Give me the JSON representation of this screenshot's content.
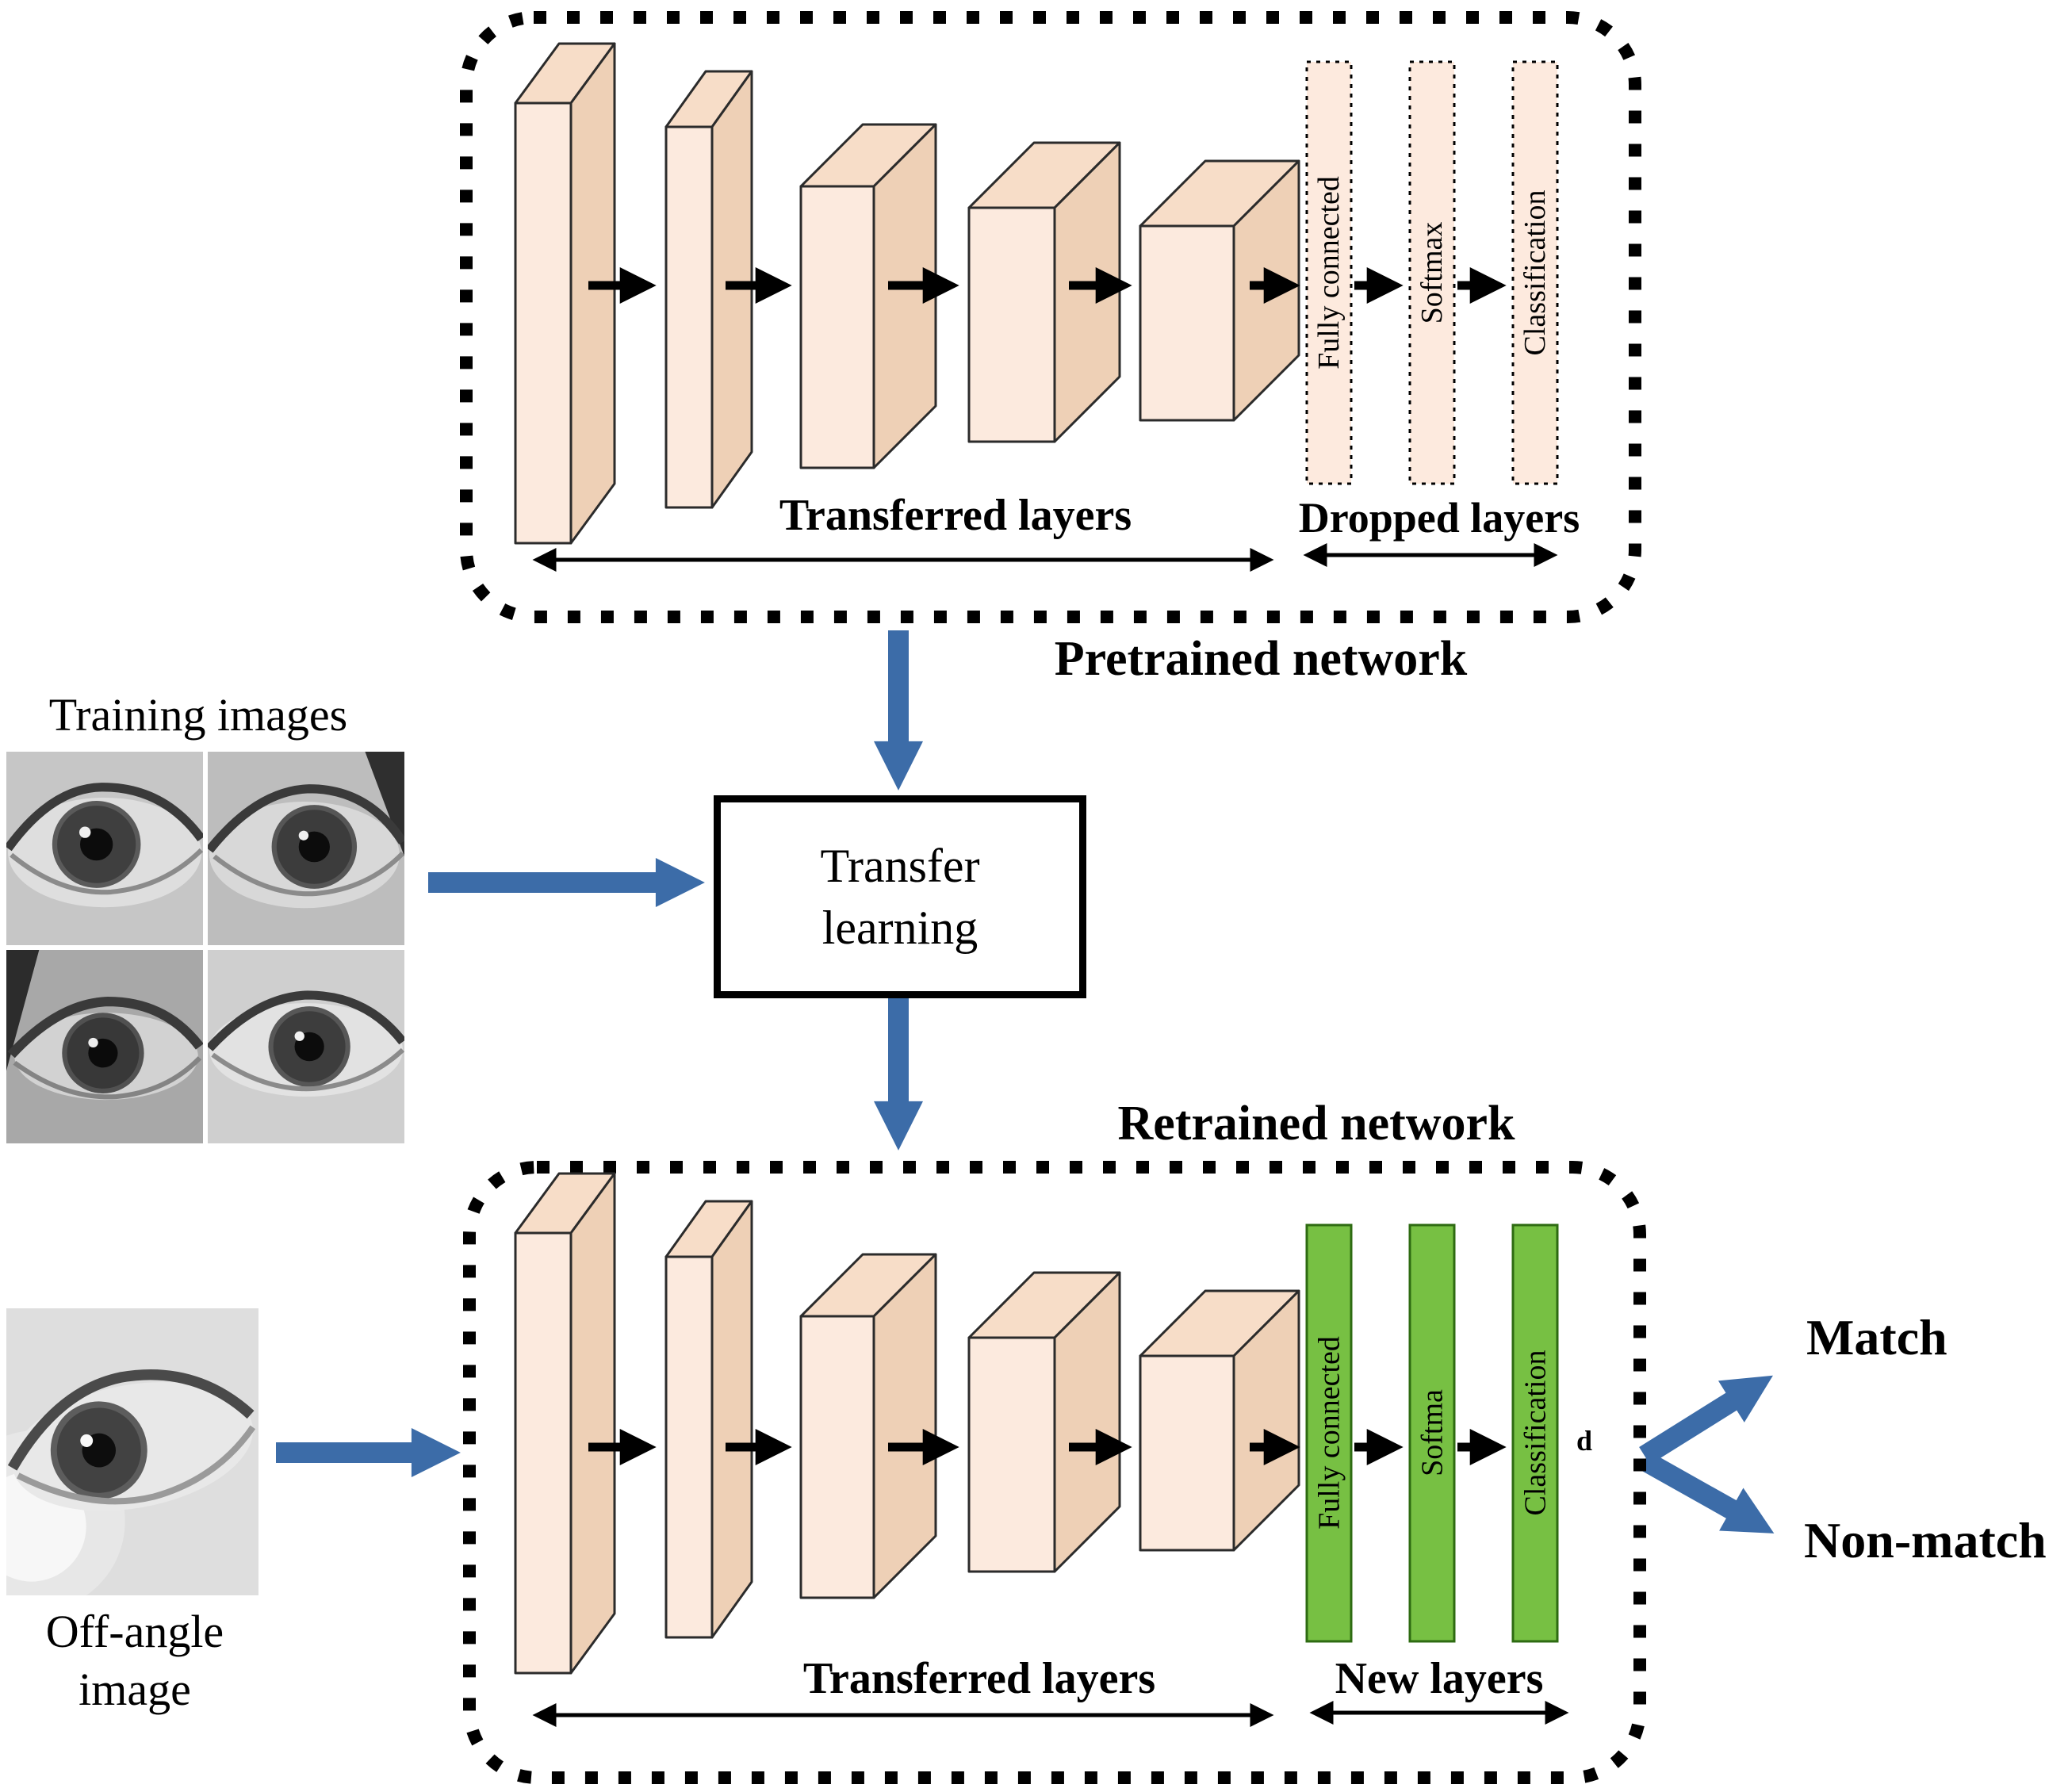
{
  "colors": {
    "accent-blue": "#3c6ca8",
    "layer-front": "#fceade",
    "layer-top": "#f7ddc8",
    "layer-side": "#eed0b6",
    "bar-pink": "#fdeade",
    "bar-green": "#77c043",
    "outline": "#2b2b2b"
  },
  "pretrained_network": {
    "title": "Pretrained network",
    "transferred_layers_label": "Transferred layers",
    "dropped_layers_label": "Dropped layers",
    "dropped_bars": [
      "Fully connected",
      "Softmax",
      "Classification"
    ]
  },
  "transfer_learning_box": {
    "line1": "Transfer",
    "line2": "learning"
  },
  "training_images": {
    "label": "Training images"
  },
  "off_angle_image": {
    "label_line1": "Off-angle",
    "label_line2": "image"
  },
  "retrained_network": {
    "title": "Retrained network",
    "transferred_layers_label": "Transferred layers",
    "new_layers_label": "New layers",
    "new_bars": [
      "Fully connected",
      "Softma",
      "Classification"
    ],
    "stray_mark": "d"
  },
  "outputs": {
    "match_label": "Match",
    "non_match_label": "Non-match"
  }
}
